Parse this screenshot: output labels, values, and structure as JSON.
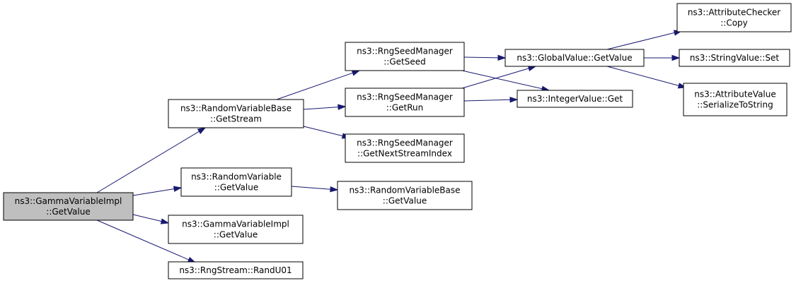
{
  "graph": {
    "edge_color": "#191970",
    "root_fill": "#bfbfbf",
    "nodes": {
      "gamma_get_value": {
        "lines": [
          "ns3::GammaVariableImpl",
          "::GetValue"
        ]
      },
      "rvb_get_stream": {
        "lines": [
          "ns3::RandomVariableBase",
          "::GetStream"
        ]
      },
      "rv_get_value": {
        "lines": [
          "ns3::RandomVariable",
          "::GetValue"
        ]
      },
      "gamma_get_value_2": {
        "lines": [
          "ns3::GammaVariableImpl",
          "::GetValue"
        ]
      },
      "rngstream_randu01": {
        "lines": [
          "ns3::RngStream::RandU01"
        ]
      },
      "rsm_get_seed": {
        "lines": [
          "ns3::RngSeedManager",
          "::GetSeed"
        ]
      },
      "rsm_get_run": {
        "lines": [
          "ns3::RngSeedManager",
          "::GetRun"
        ]
      },
      "rsm_get_next_stream_index": {
        "lines": [
          "ns3::RngSeedManager",
          "::GetNextStreamIndex"
        ]
      },
      "rvb_get_value": {
        "lines": [
          "ns3::RandomVariableBase",
          "::GetValue"
        ]
      },
      "globalvalue_get_value": {
        "lines": [
          "ns3::GlobalValue::GetValue"
        ]
      },
      "integervalue_get": {
        "lines": [
          "ns3::IntegerValue::Get"
        ]
      },
      "attributechecker_copy": {
        "lines": [
          "ns3::AttributeChecker",
          "::Copy"
        ]
      },
      "stringvalue_set": {
        "lines": [
          "ns3::StringValue::Set"
        ]
      },
      "attributevalue_serialize": {
        "lines": [
          "ns3::AttributeValue",
          "::SerializeToString"
        ]
      }
    },
    "edges": [
      [
        "gamma_get_value",
        "rvb_get_stream"
      ],
      [
        "gamma_get_value",
        "rv_get_value"
      ],
      [
        "gamma_get_value",
        "gamma_get_value_2"
      ],
      [
        "gamma_get_value",
        "rngstream_randu01"
      ],
      [
        "rvb_get_stream",
        "rsm_get_seed"
      ],
      [
        "rvb_get_stream",
        "rsm_get_run"
      ],
      [
        "rvb_get_stream",
        "rsm_get_next_stream_index"
      ],
      [
        "rv_get_value",
        "rvb_get_value"
      ],
      [
        "rsm_get_seed",
        "globalvalue_get_value"
      ],
      [
        "rsm_get_seed",
        "integervalue_get"
      ],
      [
        "rsm_get_run",
        "globalvalue_get_value"
      ],
      [
        "rsm_get_run",
        "integervalue_get"
      ],
      [
        "globalvalue_get_value",
        "attributechecker_copy"
      ],
      [
        "globalvalue_get_value",
        "stringvalue_set"
      ],
      [
        "globalvalue_get_value",
        "attributevalue_serialize"
      ]
    ]
  }
}
